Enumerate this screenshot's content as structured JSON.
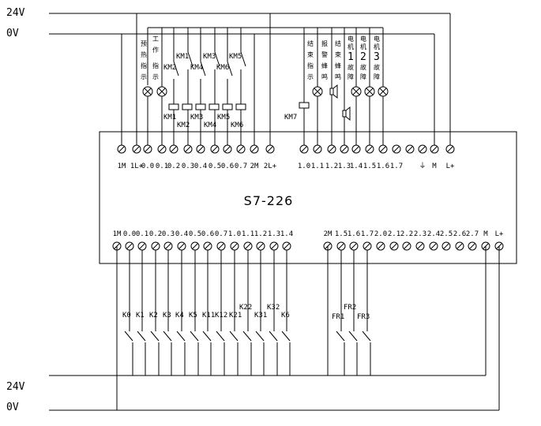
{
  "plc_model": "S7-226",
  "rails_top": [
    "24V",
    "0V"
  ],
  "rails_bottom": [
    "24V",
    "0V"
  ],
  "output_terminals_left": [
    "1M",
    "1L+",
    "0.0",
    "0.1",
    "0.2",
    "0.3",
    "0.4",
    "0.5",
    "0.6",
    "0.7",
    "2M",
    "2L+"
  ],
  "output_terminals_right": [
    "1.0",
    "1.1",
    "1.2",
    "1.3",
    "1.4",
    "1.5",
    "1.6",
    "1.7",
    "⏚",
    "M",
    "L+"
  ],
  "input_terminals_left": [
    "1M",
    "0.0",
    "0.1",
    "0.2",
    "0.3",
    "0.4",
    "0.5",
    "0.6",
    "0.7",
    "1.0",
    "1.1",
    "1.2",
    "1.3",
    "1.4"
  ],
  "input_terminals_right": [
    "2M",
    "1.5",
    "1.6",
    "1.7",
    "2.0",
    "2.1",
    "2.2",
    "2.3",
    "2.4",
    "2.5",
    "2.6",
    "2.7",
    "M",
    "L+"
  ],
  "indicator_labels": [
    {
      "name": "yuxun-zhishi",
      "text": "预热指示"
    },
    {
      "name": "gongzuo-zhishi",
      "text": "工作指示"
    },
    {
      "name": "jieshu-zhishi",
      "text": "结束指示"
    },
    {
      "name": "baojing-fengming",
      "text": "报警蜂鸣"
    },
    {
      "name": "jieshu-fengming",
      "text": "结束蜂鸣"
    },
    {
      "name": "dianji1-guzhang",
      "text": "电机1故障"
    },
    {
      "name": "dianji2-guzhang",
      "text": "电机2故障"
    },
    {
      "name": "dianji3-guzhang",
      "text": "电机3故障"
    }
  ],
  "contact_labels_top": [
    "KM1",
    "KM2",
    "KM3",
    "KM4",
    "KM5",
    "KM6"
  ],
  "coil_labels": [
    "KM1",
    "KM2",
    "KM3",
    "KM4",
    "KM5",
    "KM6",
    "KM7"
  ],
  "input_switches": [
    "K0",
    "K1",
    "K2",
    "K3",
    "K4",
    "K5",
    "K11",
    "K12",
    "K21",
    "K22",
    "K31",
    "K32",
    "K6"
  ],
  "thermal_relays": [
    "FR1",
    "FR2",
    "FR3"
  ]
}
